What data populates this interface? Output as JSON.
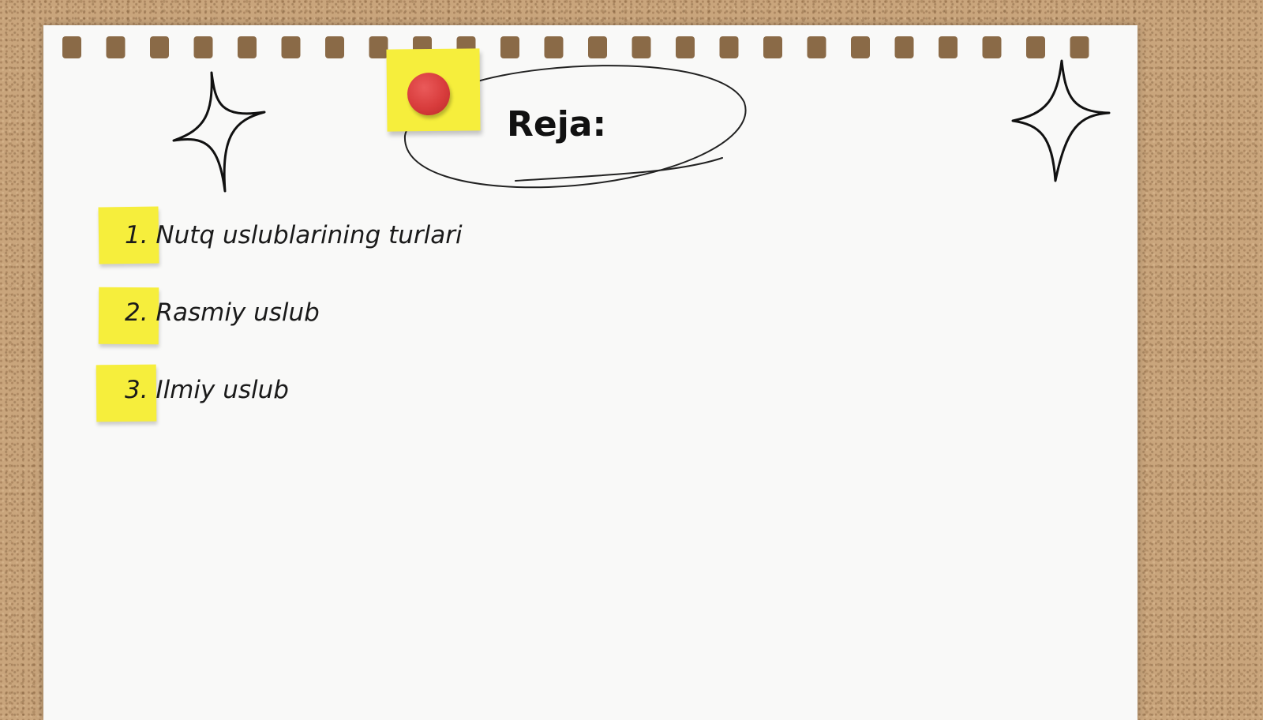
{
  "title": "Reja:",
  "items": [
    {
      "text": "1. Nutq uslublarining turlari"
    },
    {
      "text": "2. Rasmiy uslub"
    },
    {
      "text": "3. Ilmiy uslub"
    }
  ],
  "colors": {
    "cork": "#c9a57c",
    "paper": "#f9f9f8",
    "sticky_note": "#f6ee3c",
    "pin": "#d83c3c",
    "ink": "#111111"
  },
  "icons": [
    "sparkle-star-icon",
    "push-pin-icon"
  ]
}
